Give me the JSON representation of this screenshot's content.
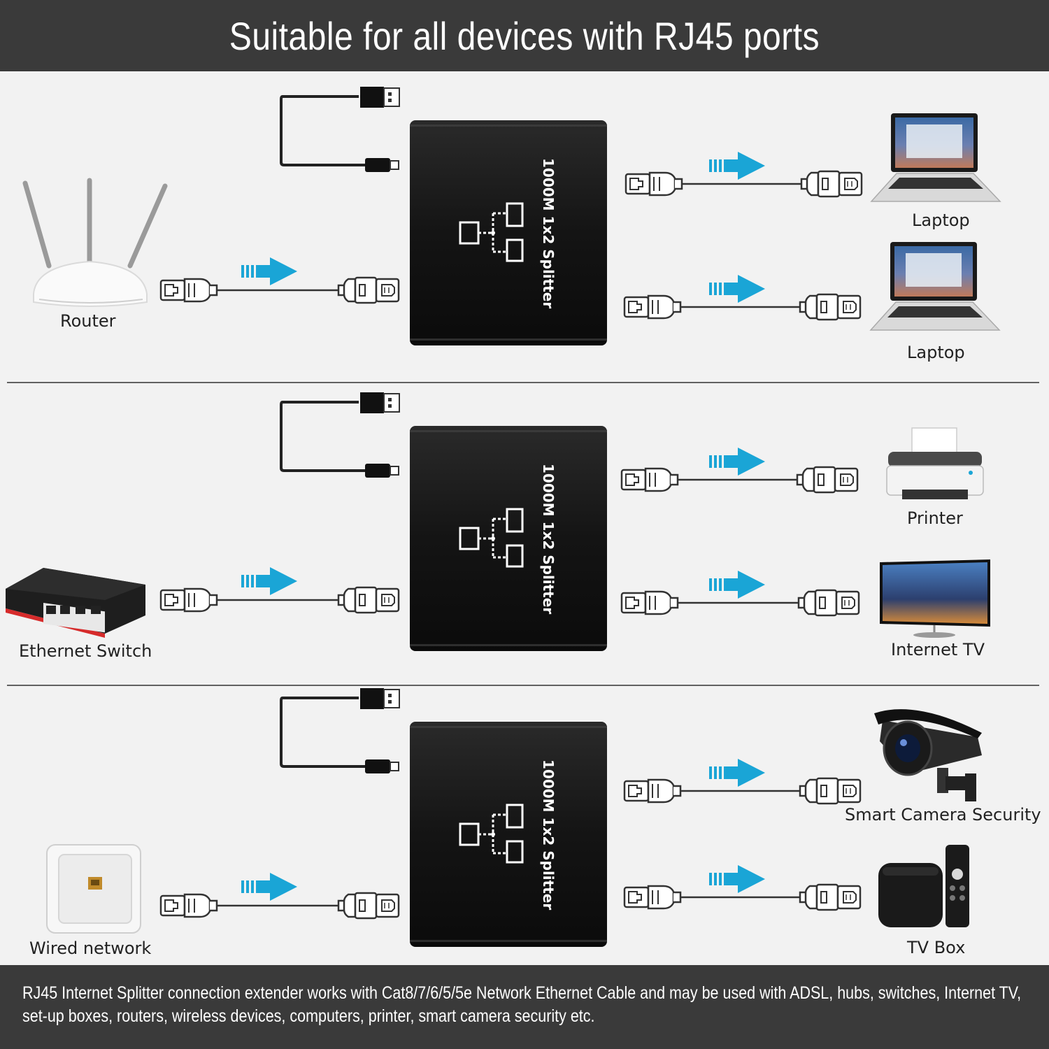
{
  "header": {
    "title": "Suitable for all devices with RJ45 ports"
  },
  "footer": {
    "line1": "RJ45 Internet Splitter connection extender works with Cat8/7/6/5/5e Network Ethernet Cable and may be used with ADSL, hubs, switches, Internet TV,",
    "line2": "set-up boxes, routers, wireless devices, computers, printer, smart camera security etc."
  },
  "splitter": {
    "label": "1000M 1x2 Splitter"
  },
  "sections": [
    {
      "source": "Router",
      "outputs": [
        "Laptop",
        "Laptop"
      ]
    },
    {
      "source": "Ethernet Switch",
      "outputs": [
        "Printer",
        "Internet TV"
      ]
    },
    {
      "source": "Wired network",
      "outputs": [
        "Smart Camera Security",
        "TV Box"
      ]
    }
  ],
  "colors": {
    "arrow": "#1aa5d6",
    "bar": "#3a3a3a",
    "splitter": "#111111"
  }
}
